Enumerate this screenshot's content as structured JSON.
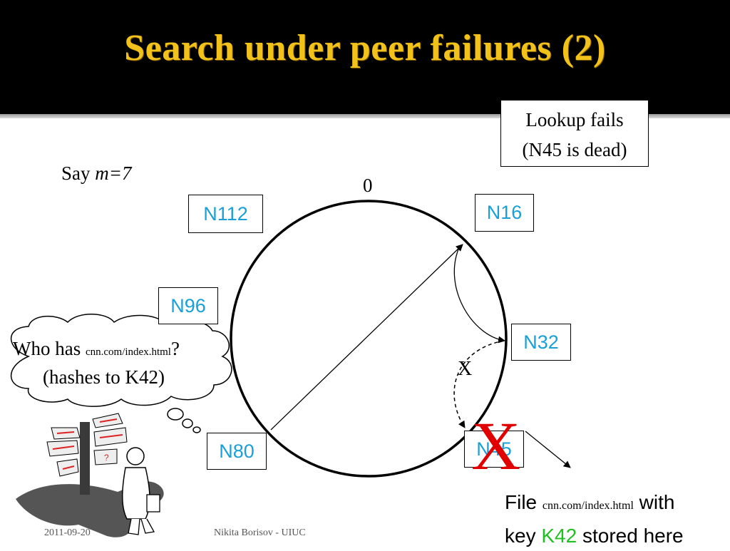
{
  "slide": {
    "title": "Search under peer failures (2)",
    "say": "Say ",
    "m_eq": "m=7",
    "zero": "0"
  },
  "nodes": {
    "n112": "N112",
    "n16": "N16",
    "n96": "N96",
    "n32": "N32",
    "n80": "N80",
    "n45": "N45"
  },
  "callout": {
    "line1": "Lookup fails",
    "line2": "(N45 is dead)"
  },
  "cloud": {
    "who_has": "Who has ",
    "url": "cnn.com/index.html",
    "qmark": "?",
    "line2": "(hashes to K42)"
  },
  "marks": {
    "x_small": "X",
    "x_big": "X"
  },
  "file_note": {
    "file": "File ",
    "url": "cnn.com/index.html",
    "with": " with",
    "key": "key ",
    "k42": "K42",
    "stored": " stored here"
  },
  "footer": {
    "date": "2011-09-20",
    "author": "Nikita Borisov - UIUC"
  },
  "colors": {
    "title": "#f2c21b",
    "node_text": "#1aa0d8",
    "dead": "#e00000",
    "key": "#21c021"
  }
}
